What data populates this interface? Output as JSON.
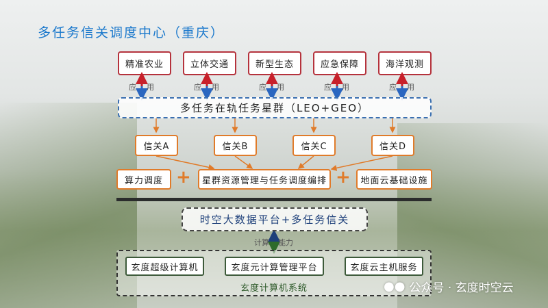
{
  "title": "多任务信关调度中心（重庆）",
  "applications": [
    "精准农业",
    "立体交通",
    "新型生态",
    "应急保障",
    "海洋观测"
  ],
  "app_link_labels": [
    "应",
    "用"
  ],
  "constellation": "多任务在轨任务星群（LEO+GEO）",
  "gateways": [
    "信关A",
    "信关B",
    "信关C",
    "信关D"
  ],
  "scheduling": {
    "left": "算力调度",
    "center": "星群资源管理与任务调度编排",
    "right": "地面云基础设施"
  },
  "platform": "时空大数据平台+多任务信关",
  "compute_link": [
    "计算",
    "能力"
  ],
  "computer_system": {
    "label": "玄度计算机系统",
    "items": [
      "玄度超级计算机",
      "玄度元计算管理平台",
      "玄度云主机服务"
    ]
  },
  "watermark": "公众号 · 玄度时空云",
  "colors": {
    "title": "#1a78cc",
    "app_border": "#b5323c",
    "gateway_border": "#e07b2a",
    "system_border": "#3d5a3a"
  }
}
